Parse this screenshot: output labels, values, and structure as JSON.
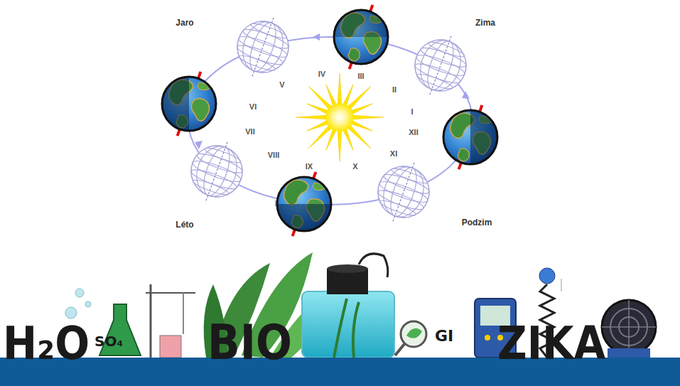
{
  "diagram": {
    "labels": [
      "Jaro",
      "Zima",
      "Léto",
      "Podzim",
      "I",
      "II",
      "III",
      "IV",
      "V",
      "VI",
      "VII",
      "VIII",
      "IX",
      "X",
      "XI",
      "XII",
      "H₂O",
      "SO₄",
      "BIO",
      "GI",
      "ZIKA"
    ]
  }
}
